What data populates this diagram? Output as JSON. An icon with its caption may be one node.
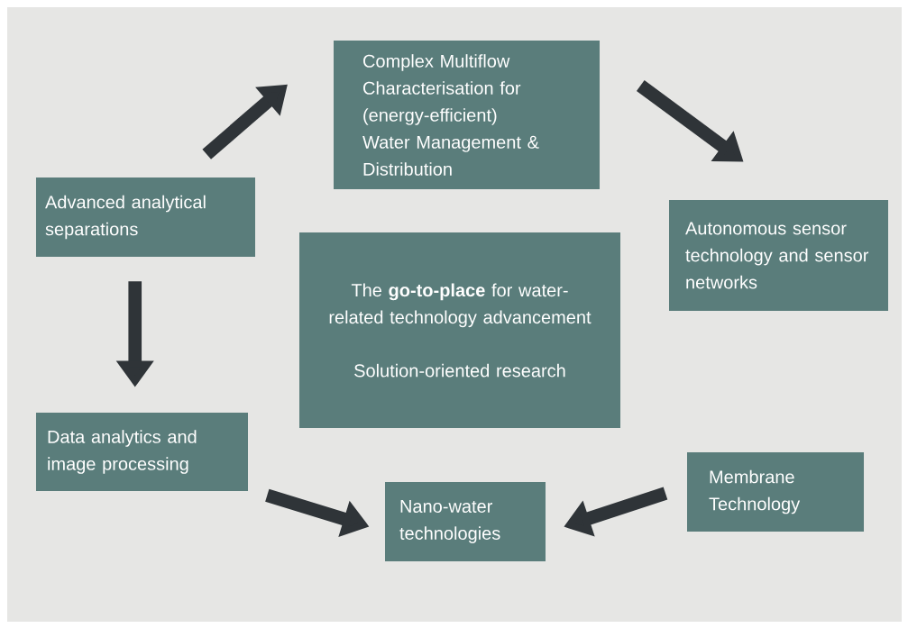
{
  "diagram": {
    "nodes": [
      {
        "text": [
          "Complex Multiflow Characterisation for (energy-efficient) Water Management & Distribution"
        ]
      },
      {
        "text": [
          "Advanced analytical separations"
        ]
      },
      {
        "text": [
          "Autonomous sensor technology and sensor networks"
        ]
      },
      {
        "text": [
          "The **go-to-place** for water-related technology advancement",
          "Solution-oriented research"
        ]
      },
      {
        "text": [
          "Data analytics and image processing"
        ]
      },
      {
        "text": [
          "Membrane Technology"
        ]
      },
      {
        "text": [
          "Nano-water technologies"
        ]
      }
    ],
    "edges": [
      {
        "from": 1,
        "to": 0,
        "arrow": "to"
      },
      {
        "from": 0,
        "to": 2,
        "arrow": "to"
      },
      {
        "from": 1,
        "to": 4,
        "arrow": "to"
      },
      {
        "from": 4,
        "to": 6,
        "arrow": "to"
      },
      {
        "from": 5,
        "to": 6,
        "arrow": "to"
      }
    ]
  }
}
